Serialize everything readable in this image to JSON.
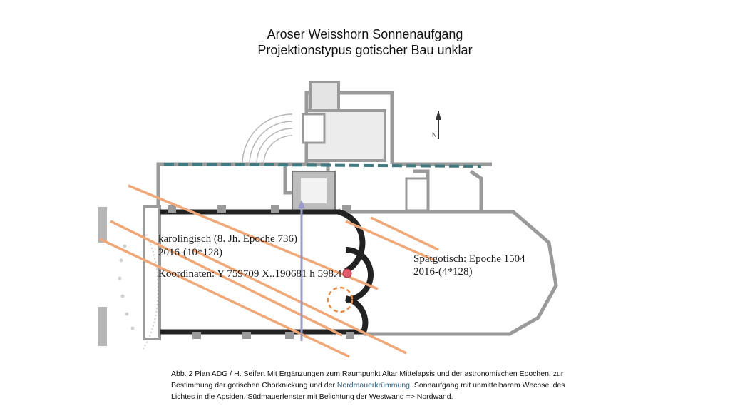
{
  "title": {
    "line1": "Aroser Weisshorn Sonnenaufgang",
    "line2": "Projektionstypus gotischer Bau unklar"
  },
  "plan": {
    "north_mark": "N",
    "karolingisch": {
      "line1": "karolingisch (8. Jh.  Epoche 736)",
      "line2": "2016-(10*128)"
    },
    "koordinaten": "Koordinaten:  Y 759709   X..190681  h 598.4",
    "spaetgotisch": {
      "line1": "Spätgotisch: Epoche 1504",
      "line2": "2016-(4*128)"
    }
  },
  "caption": {
    "part1": "Abb. 2 Plan ADG / H. Seifert   Mit Ergänzungen zum Raumpunkt Altar Mittelapsis und der astronomischen Epochen, zur Bestimmung der gotischen Chorknickung und der ",
    "highlight": "Nordmauerkrümmung.",
    "part2": " Sonnaufgang mit unmittelbarem Wechsel des Lichtes in die Apsiden. Südmauerfenster mit Belichtung der Westwand => Nordwand."
  },
  "colors": {
    "sun_lines": "#f0a878",
    "wall": "#222222",
    "dash_line": "#3f7a80",
    "north_axis": "#9a9ac8",
    "altar_point": "#e05a6a",
    "marker_circle": "#e8904a",
    "plan_gray": "#9a9a9a"
  }
}
